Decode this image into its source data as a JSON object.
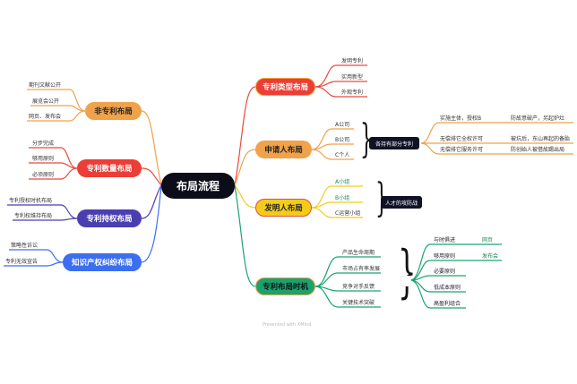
{
  "center": "布局流程",
  "left": [
    {
      "label": "非专利布局",
      "children": [
        "期刊文献公开",
        "展览会公开",
        "网页、发布会"
      ]
    },
    {
      "label": "专利数量布局",
      "children": [
        "分步完成",
        "够用原则",
        "必须原则"
      ]
    },
    {
      "label": "专利持权布局",
      "children": [
        "专利授权时机布局",
        "专利权维持布局"
      ]
    },
    {
      "label": "知识产权纠纷布局",
      "children": [
        "策略性诉讼",
        "专利无效宣告"
      ]
    }
  ],
  "right": [
    {
      "label": "专利类型布局",
      "children": [
        "发明专利",
        "实用新型",
        "外观专利"
      ]
    },
    {
      "label": "申请人布局",
      "children": [
        "A公司",
        "B公司",
        "C个人"
      ],
      "summary": "各持有部分专利",
      "details": [
        {
          "a": "实施主体，授权B",
          "b": "防故意破产，另起炉灶"
        },
        {
          "a": "无偿排它全权许可",
          "b": "被坑后，东山再起的备胎"
        },
        {
          "a": "无偿排它服务许可",
          "b": "防创始人被借故踢出局"
        }
      ]
    },
    {
      "label": "发明人布局",
      "children": [
        "A小组",
        "B小组",
        "C运营小组"
      ],
      "summary": "人才的攻防战"
    },
    {
      "label": "专利布局时机",
      "children": [
        "产品生命周期",
        "市场占有率发展",
        "竞争对手反馈",
        "关键技术突破"
      ],
      "principles": [
        "与时俱进",
        "够用原则",
        "必要原则",
        "低成本原则",
        "高盈利组合"
      ],
      "extra": [
        "网页",
        "发布会"
      ]
    }
  ],
  "footer": "Presented with XMind"
}
